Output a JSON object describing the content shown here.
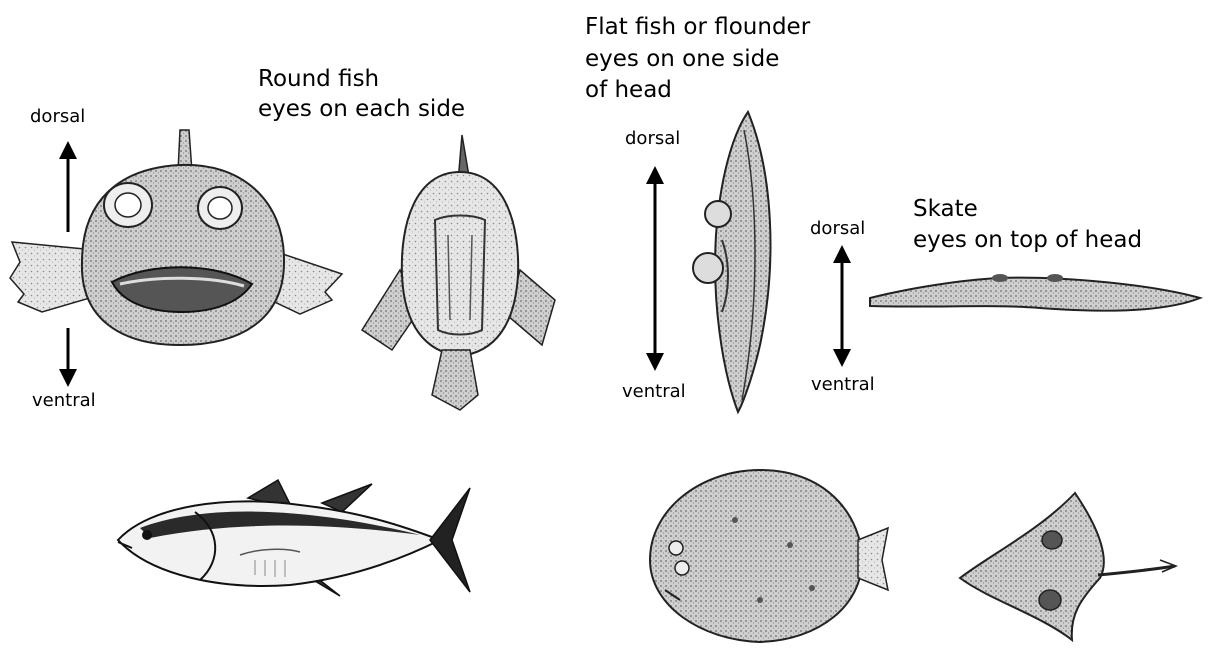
{
  "sections": {
    "round_fish": {
      "title_line1": "Round fish",
      "title_line2": "eyes on each side",
      "dorsal_label": "dorsal",
      "ventral_label": "ventral"
    },
    "flat_fish": {
      "title_line1": "Flat fish or flounder",
      "title_line2": "eyes on one side",
      "title_line3": "of head",
      "dorsal_label": "dorsal",
      "ventral_label": "ventral"
    },
    "skate": {
      "title_line1": "Skate",
      "title_line2": "eyes on top of head",
      "dorsal_label": "dorsal",
      "ventral_label": "ventral"
    }
  },
  "illustrations": [
    "round-fish-front-view",
    "round-fish-underside-view",
    "flounder-front-view",
    "skate-front-view",
    "tuna-side-view",
    "flounder-top-view",
    "skate-top-view"
  ],
  "colors": {
    "ink": "#000000",
    "shade": "#9a9a9a",
    "background": "#ffffff"
  }
}
